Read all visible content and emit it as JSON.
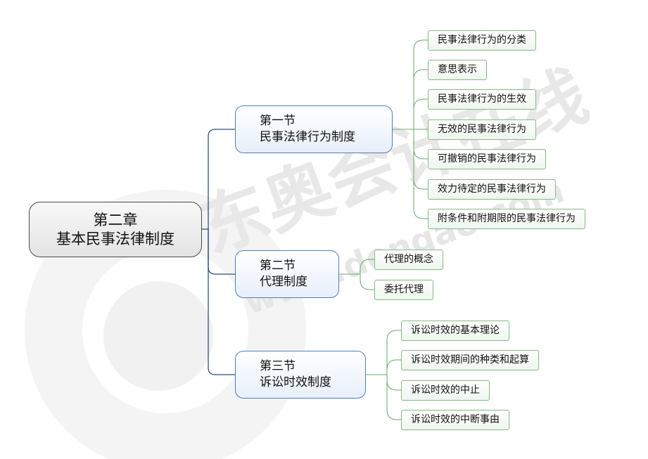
{
  "root": {
    "line1": "第二章",
    "line2": "基本民事法律制度"
  },
  "sections": [
    {
      "line1": "第一节",
      "line2": "民事法律行为制度",
      "children": [
        "民事法律行为的分类",
        "意思表示",
        "民事法律行为的生效",
        "无效的民事法律行为",
        "可撤销的民事法律行为",
        "效力待定的民事法律行为",
        "附条件和附期限的民事法律行为"
      ]
    },
    {
      "line1": "第二节",
      "line2": "代理制度",
      "children": [
        "代理的概念",
        "委托代理"
      ]
    },
    {
      "line1": "第三节",
      "line2": "诉讼时效制度",
      "children": [
        "诉讼时效的基本理论",
        "诉讼时效期间的种类和起算",
        "诉讼时效的中止",
        "诉讼时效的中断事由"
      ]
    }
  ],
  "watermark": {
    "brand": "东奥会计在线",
    "url": "www.dongao.com"
  },
  "colors": {
    "root_border": "#4a4a4a",
    "section_border": "#4f80b8",
    "root_to_section_line": "#2f4f7a",
    "leaf_border": "#88b888",
    "section_to_leaf_line": "#6aa86a",
    "watermark": "#e8e8e8"
  }
}
